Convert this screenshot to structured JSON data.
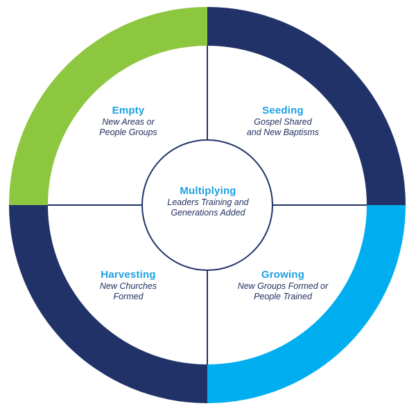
{
  "colors": {
    "empty": "#8dc63f",
    "seeding": "#213268",
    "growing": "#00aeef",
    "harvesting": "#213268",
    "divider": "#213268",
    "title_green": "#8dc63f",
    "title_blue": "#1ba1e2",
    "desc_text": "#1f2d5e"
  },
  "quadrants": {
    "empty": {
      "title": "Empty",
      "desc1": "New Areas or",
      "desc2": "People Groups"
    },
    "seeding": {
      "title": "Seeding",
      "desc1": "Gospel Shared",
      "desc2": "and New Baptisms"
    },
    "harvesting": {
      "title": "Harvesting",
      "desc1": "New Churches",
      "desc2": "Formed"
    },
    "growing": {
      "title": "Growing",
      "desc1": "New Groups Formed or",
      "desc2": "People Trained"
    }
  },
  "center": {
    "title": "Multiplying",
    "desc1": "Leaders Training and",
    "desc2": "Generations Added"
  }
}
